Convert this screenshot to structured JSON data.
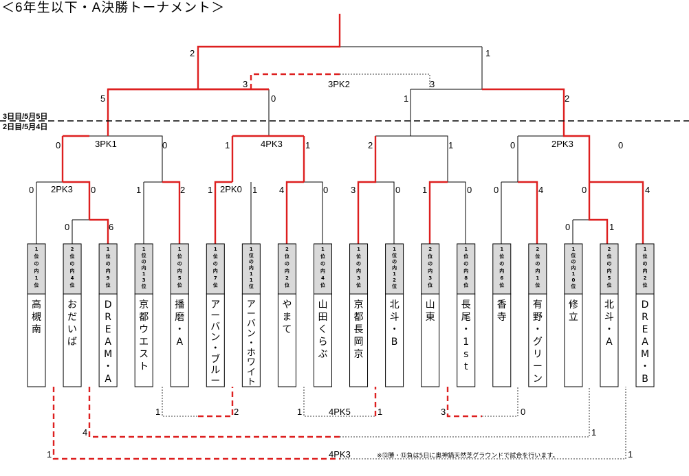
{
  "title": "＜6年生以下・A決勝トーナメント＞",
  "day_labels": {
    "day3": "3日目/5月5日",
    "day2": "2日目/5月4日"
  },
  "teams": [
    {
      "seed": "1位の内1位",
      "name": "高槻南"
    },
    {
      "seed": "2位の内4位",
      "name": "おだいば"
    },
    {
      "seed": "1位の内9位",
      "name": "DREAM・A"
    },
    {
      "seed": "1位の内13位",
      "name": "京都ウエスト"
    },
    {
      "seed": "1位の内5位",
      "name": "播磨・A"
    },
    {
      "seed": "1位の内7位",
      "name": "アーバン・ブルー"
    },
    {
      "seed": "1位の内11位",
      "name": "アーバン・ホワイト"
    },
    {
      "seed": "2位の内2位",
      "name": "やまて"
    },
    {
      "seed": "1位の内4位",
      "name": "山田くらぶ"
    },
    {
      "seed": "1位の内3位",
      "name": "京都長岡京"
    },
    {
      "seed": "1位の内12位",
      "name": "北斗・B"
    },
    {
      "seed": "2位の内3位",
      "name": "山東"
    },
    {
      "seed": "1位の内8位",
      "name": "長尾・1st"
    },
    {
      "seed": "1位の内6位",
      "name": "香寺"
    },
    {
      "seed": "2位の内1位",
      "name": "有野・グリーン"
    },
    {
      "seed": "1位の内10位",
      "name": "修立"
    },
    {
      "seed": "2位の内5位",
      "name": "北斗・A"
    },
    {
      "seed": "1位の内2位",
      "name": "DREAM・B"
    }
  ],
  "scores": {
    "final": {
      "left": "2",
      "right": "1"
    },
    "third_place": {
      "left": "3",
      "right": "3",
      "pk": "3PK2"
    },
    "semi_left": {
      "left": "5",
      "right": "0"
    },
    "semi_right": {
      "left": "1",
      "right": "2"
    },
    "qf": [
      {
        "left": "0",
        "right": "0",
        "pk": "3PK1"
      },
      {
        "left": "1",
        "right": "1",
        "pk": "4PK3"
      },
      {
        "left": "2",
        "right": "1"
      },
      {
        "left": "0",
        "right": "0",
        "pk": "2PK3"
      }
    ],
    "r16": [
      {
        "left": "0",
        "right": "0",
        "pk": "2PK3"
      },
      {
        "left": "1",
        "right": "2"
      },
      {
        "left": "1",
        "right": "1",
        "pk": "2PK0"
      },
      {
        "left": "4",
        "right": "0"
      },
      {
        "left": "3",
        "right": "0"
      },
      {
        "left": "1",
        "right": "0"
      },
      {
        "left": "0",
        "right": "4"
      },
      {
        "left": "0",
        "right": "4"
      }
    ],
    "r1_left": {
      "left": "0",
      "right": "6"
    },
    "r1_right": {
      "left": "0",
      "right": "1"
    },
    "consolation": [
      {
        "left": "1",
        "right": "2"
      },
      {
        "left": "1",
        "right": "1",
        "pk": "4PK5"
      },
      {
        "left": "3",
        "right": "0"
      },
      {
        "left": "4",
        "right": "1"
      },
      {
        "left": "1",
        "right": "1",
        "pk": "4PK3"
      }
    ]
  },
  "note": "※⑬勝・⑬負は5日に奥神鍋天然芝グラウンドで試合を行います。"
}
